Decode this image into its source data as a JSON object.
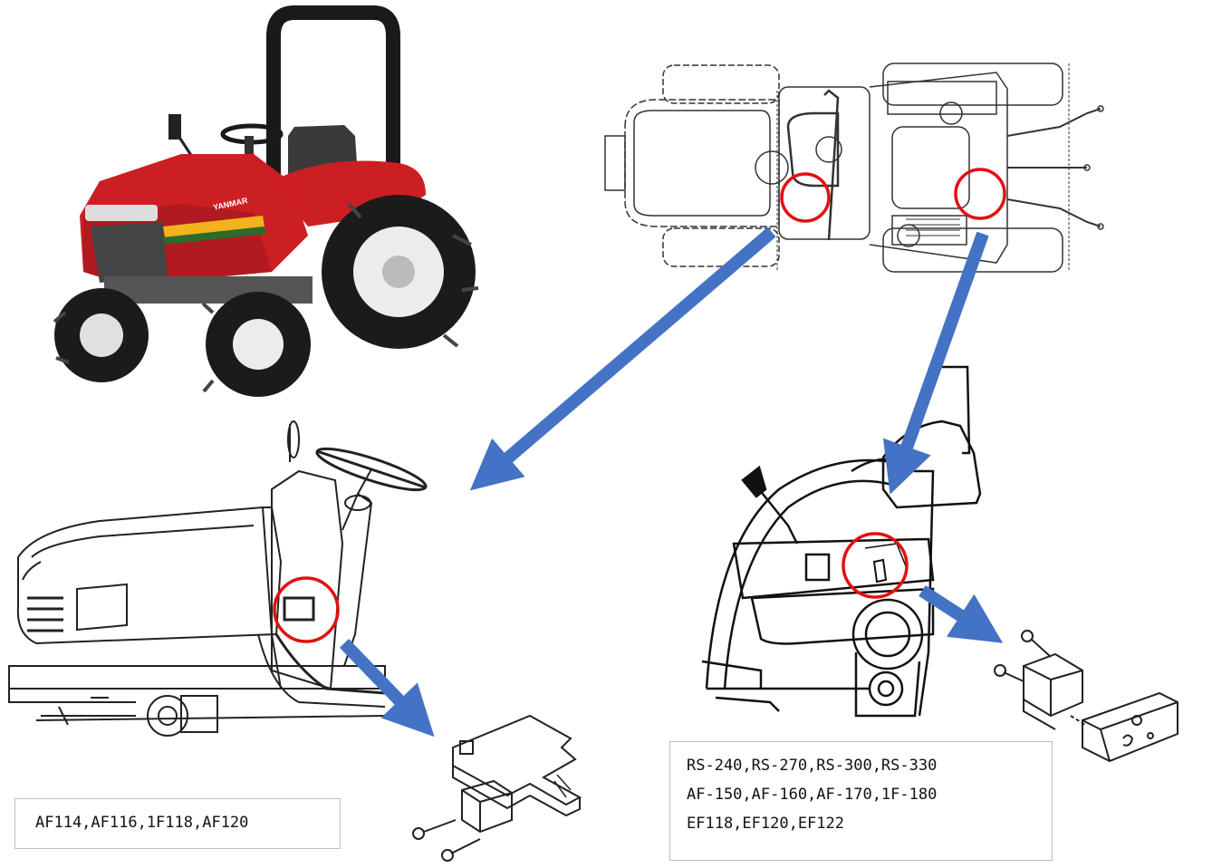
{
  "brand": {
    "logo_text": "YANMAR"
  },
  "captions": {
    "left_models": "AF114,AF116,1F118,AF120",
    "right_models": [
      "RS-240,RS-270,RS-300,RS-330",
      "AF-150,AF-160,AF-170,1F-180",
      "EF118,EF120,EF122"
    ]
  },
  "colors": {
    "arrow": "#4472c4",
    "highlight_circle": "#e31010",
    "tractor_body": "#cc1f24",
    "line_art": "#222222"
  },
  "icons": [
    "tractor-photo",
    "top-view-schematic",
    "side-view-left",
    "side-view-right",
    "relay-bracket-left",
    "relay-bracket-right",
    "highlight-circle",
    "arrow"
  ]
}
